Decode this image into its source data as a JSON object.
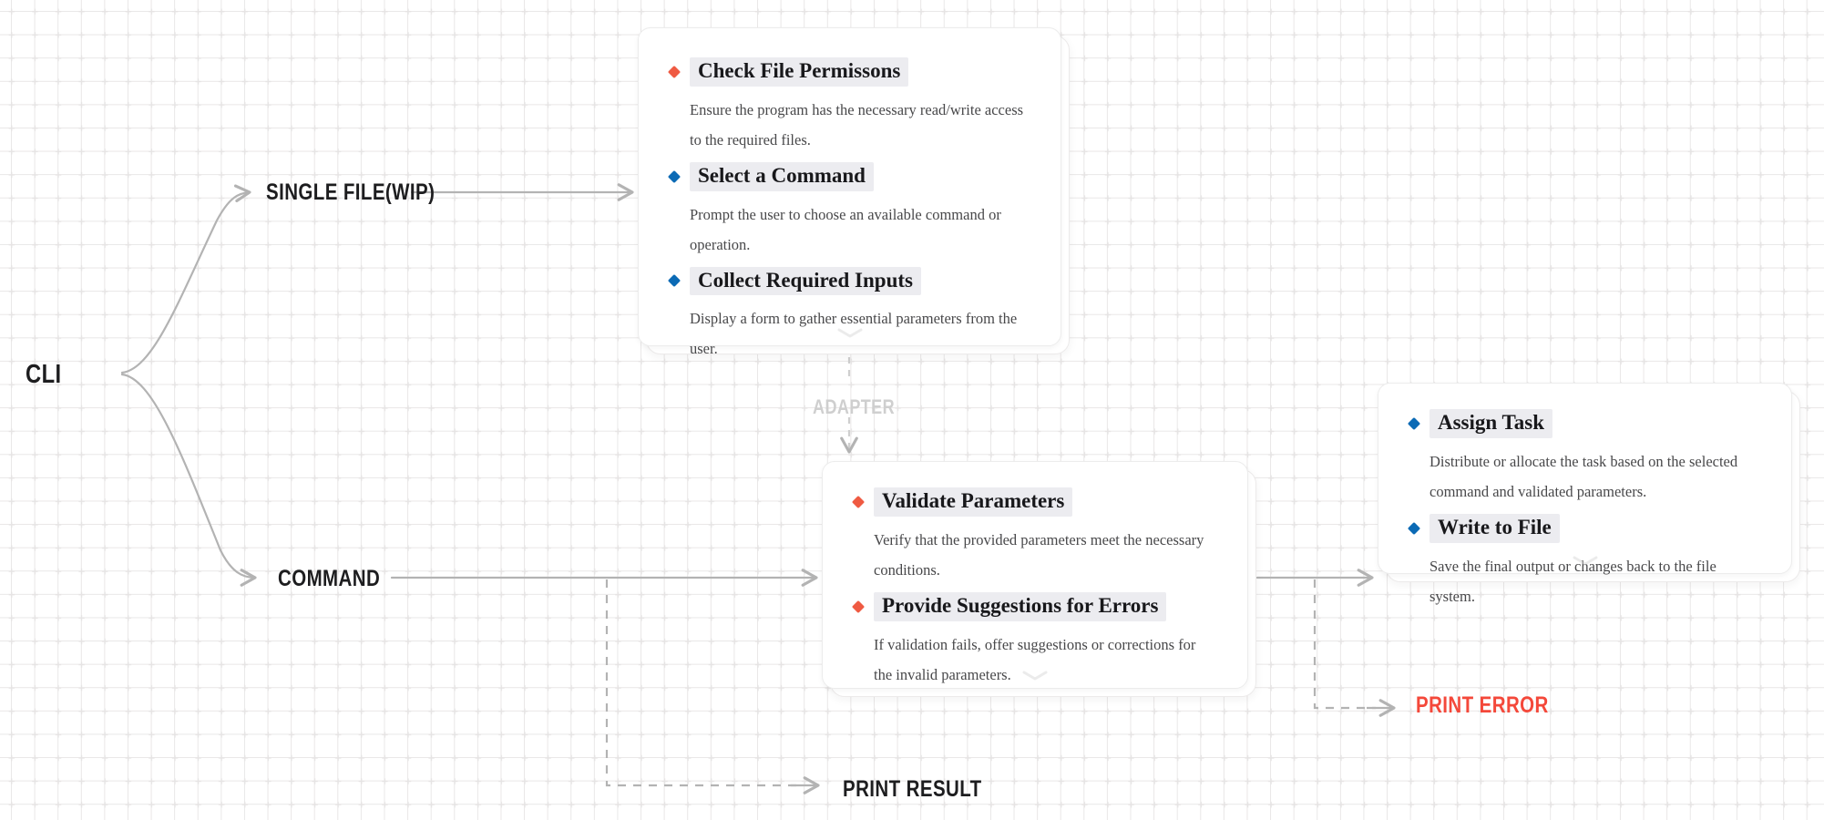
{
  "diagram": {
    "title": "CLI flow diagram",
    "colors": {
      "bullet_red": "#ef5a42",
      "bullet_blue": "#0b6ab5",
      "error_text": "#f4483a",
      "edge": "#b3b3b3",
      "adapter_label": "#cfcfcf",
      "title_highlight": "#ececf0"
    }
  },
  "nodes": {
    "cli": "CLI",
    "single_file": "SINGLE FILE(WIP)",
    "command": "COMMAND",
    "adapter": "ADAPTER",
    "print_result": "PRINT RESULT",
    "print_error": "PRINT ERROR"
  },
  "cards": [
    {
      "id": "single-file-card",
      "items": [
        {
          "bullet": "red",
          "title": "Check File Permissons",
          "desc": "Ensure the program has the necessary read/write access to the required files."
        },
        {
          "bullet": "blue",
          "title": "Select a Command",
          "desc": "Prompt the user to choose an available command or operation."
        },
        {
          "bullet": "blue",
          "title": "Collect Required Inputs",
          "desc": "Display a form to gather essential parameters from the user."
        }
      ]
    },
    {
      "id": "validate-card",
      "items": [
        {
          "bullet": "red",
          "title": "Validate Parameters",
          "desc": "Verify that the provided parameters meet the necessary conditions."
        },
        {
          "bullet": "red",
          "title": "Provide Suggestions for Errors",
          "desc": "If validation fails, offer suggestions or corrections for the invalid parameters."
        }
      ]
    },
    {
      "id": "assign-card",
      "items": [
        {
          "bullet": "blue",
          "title": "Assign Task",
          "desc": "Distribute or allocate the task based on the selected command and validated parameters."
        },
        {
          "bullet": "blue",
          "title": "Write to File",
          "desc": "Save the final output or changes back to the file system."
        }
      ]
    }
  ]
}
